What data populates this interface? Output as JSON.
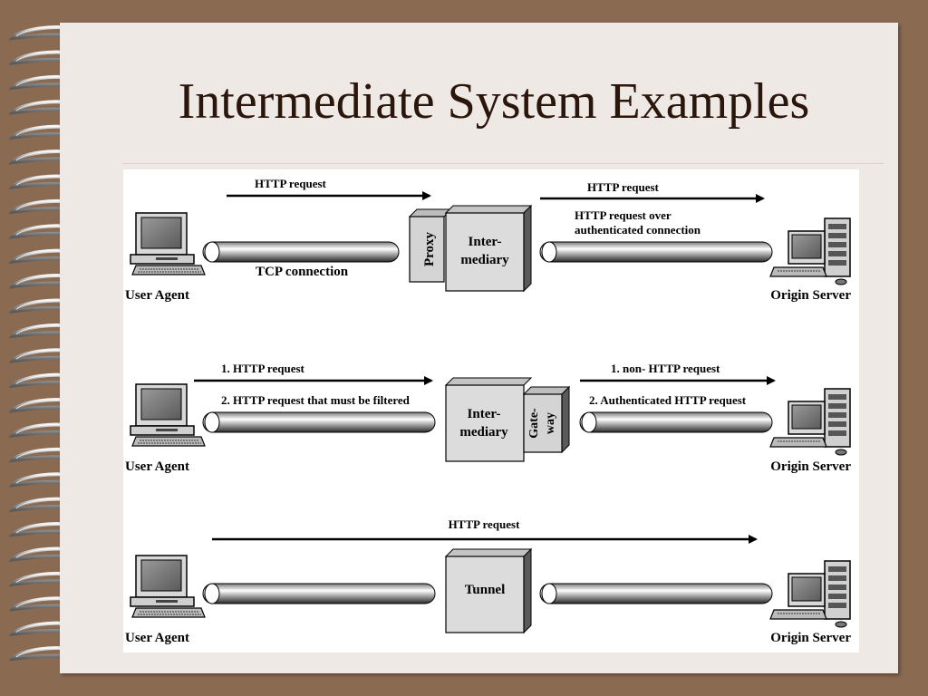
{
  "slide": {
    "title": "Intermediate System Examples"
  },
  "scenarios": [
    {
      "id": "proxy",
      "left_arrow_label": "HTTP request",
      "right_arrow_label": "HTTP request",
      "right_note_line1": "HTTP request over",
      "right_note_line2": "authenticated connection",
      "connection_label": "TCP connection",
      "side_box_label": "Proxy",
      "main_box_line1": "Inter-",
      "main_box_line2": "mediary",
      "client_label": "User Agent",
      "server_label": "Origin Server"
    },
    {
      "id": "gateway",
      "left_arrow_label": "1. HTTP request",
      "left_note": "2. HTTP request that must be filtered",
      "right_arrow_label": "1. non- HTTP request",
      "right_note": "2. Authenticated HTTP request",
      "main_box_line1": "Inter-",
      "main_box_line2": "mediary",
      "side_box_line1": "Gate-",
      "side_box_line2": "way",
      "client_label": "User Agent",
      "server_label": "Origin Server"
    },
    {
      "id": "tunnel",
      "arrow_label": "HTTP request",
      "box_label": "Tunnel",
      "client_label": "User Agent",
      "server_label": "Origin Server"
    }
  ]
}
